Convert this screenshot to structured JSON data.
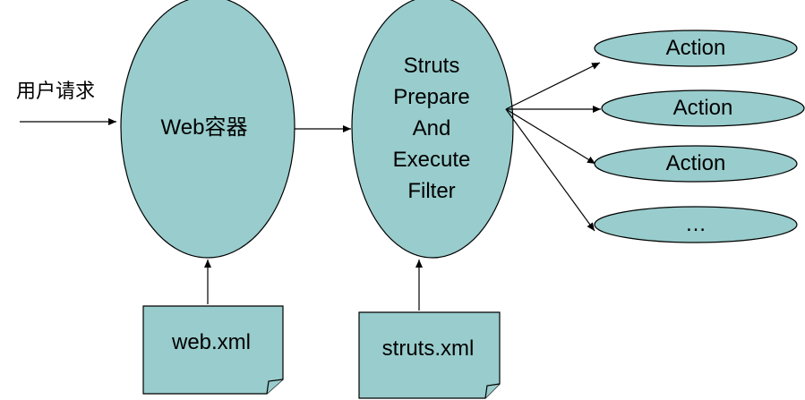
{
  "diagram": {
    "request_label": "用户请求",
    "web_container": {
      "label": "Web容器"
    },
    "filter": {
      "lines": [
        "Struts",
        "Prepare",
        "And",
        "Execute",
        "Filter"
      ]
    },
    "actions": [
      "Action",
      "Action",
      "Action",
      "…"
    ],
    "web_xml": {
      "label": "web.xml"
    },
    "struts_xml": {
      "label": "struts.xml"
    }
  },
  "colors": {
    "shape_fill": "#99cccc",
    "stroke": "#000000"
  }
}
